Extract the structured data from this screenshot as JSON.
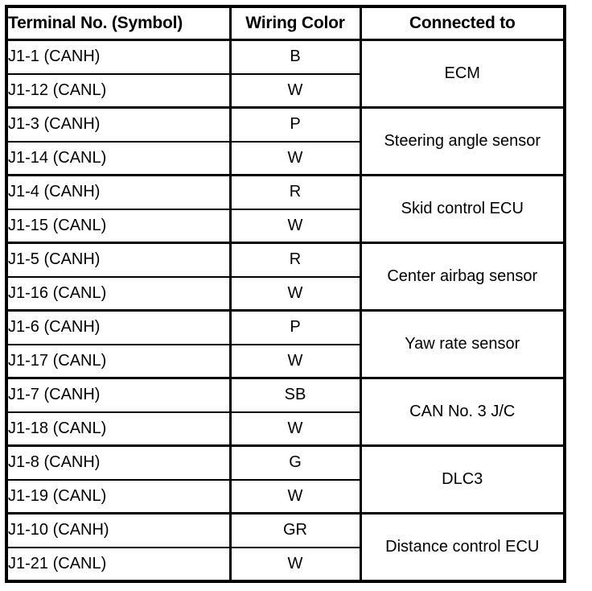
{
  "table": {
    "title": "Terminal No. (Symbol) / Wiring Color / Connected to",
    "columns": [
      {
        "key": "terminal",
        "label": "Terminal No. (Symbol)",
        "align": "left"
      },
      {
        "key": "color",
        "label": "Wiring Color",
        "align": "center"
      },
      {
        "key": "connected",
        "label": "Connected to",
        "align": "center"
      }
    ],
    "groups": [
      {
        "connected_to": "ECM",
        "rows": [
          {
            "terminal": "J1-1 (CANH)",
            "color": "B"
          },
          {
            "terminal": "J1-12 (CANL)",
            "color": "W"
          }
        ]
      },
      {
        "connected_to": "Steering angle sensor",
        "rows": [
          {
            "terminal": "J1-3 (CANH)",
            "color": "P"
          },
          {
            "terminal": "J1-14 (CANL)",
            "color": "W"
          }
        ]
      },
      {
        "connected_to": "Skid control ECU",
        "rows": [
          {
            "terminal": "J1-4 (CANH)",
            "color": "R"
          },
          {
            "terminal": "J1-15 (CANL)",
            "color": "W"
          }
        ]
      },
      {
        "connected_to": "Center airbag sensor",
        "rows": [
          {
            "terminal": "J1-5 (CANH)",
            "color": "R"
          },
          {
            "terminal": "J1-16 (CANL)",
            "color": "W"
          }
        ]
      },
      {
        "connected_to": "Yaw rate sensor",
        "rows": [
          {
            "terminal": "J1-6 (CANH)",
            "color": "P"
          },
          {
            "terminal": "J1-17 (CANL)",
            "color": "W"
          }
        ]
      },
      {
        "connected_to": "CAN No. 3 J/C",
        "rows": [
          {
            "terminal": "J1-7 (CANH)",
            "color": "SB"
          },
          {
            "terminal": "J1-18 (CANL)",
            "color": "W"
          }
        ]
      },
      {
        "connected_to": "DLC3",
        "rows": [
          {
            "terminal": "J1-8 (CANH)",
            "color": "G"
          },
          {
            "terminal": "J1-19 (CANL)",
            "color": "W"
          }
        ]
      },
      {
        "connected_to": "Distance control ECU",
        "rows": [
          {
            "terminal": "J1-10 (CANH)",
            "color": "GR"
          },
          {
            "terminal": "J1-21 (CANL)",
            "color": "W"
          }
        ]
      }
    ]
  },
  "colors": {
    "ink": "#000000",
    "paper": "#ffffff"
  }
}
